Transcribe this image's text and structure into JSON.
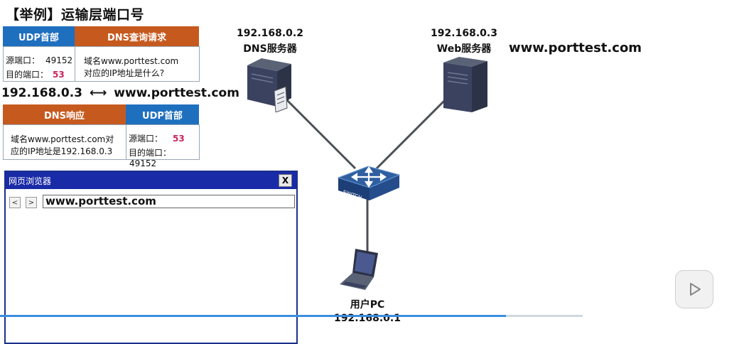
{
  "slide": {
    "title": "【举例】运输层端口号",
    "dns_request": {
      "udp_header": "UDP首部",
      "dns_header": "DNS查询请求",
      "src_label": "源端口：",
      "src_port": "49152",
      "dst_label": "目的端口：",
      "dst_port": "53",
      "query_line1": "域名www.porttest.com",
      "query_line2": "对应的IP地址是什么?"
    },
    "mapping": {
      "ip": "192.168.0.3",
      "arrow": "⟷",
      "domain": "www.porttest.com"
    },
    "dns_response": {
      "dns_header": "DNS响应",
      "udp_header": "UDP首部",
      "answer_line1": "域名www.porttest.com对",
      "answer_line2": "应的IP地址是192.168.0.3",
      "src_label": "源端口：",
      "src_port": "53",
      "dst_label": "目的端口：",
      "dst_port": "49152"
    },
    "dns_server": {
      "ip": "192.168.0.2",
      "name": "DNS服务器"
    },
    "web_server": {
      "ip": "192.168.0.3",
      "name": "Web服务器",
      "domain": "www.porttest.com"
    },
    "switch_label": "SWITCH",
    "pc": {
      "name": "用户PC",
      "ip": "192.168.0.1"
    },
    "browser": {
      "title": "网页浏览器",
      "close": "X",
      "back": "<",
      "forward": ">",
      "url": "www.porttest.com"
    }
  },
  "player": {
    "progress_fraction": 0.87
  }
}
